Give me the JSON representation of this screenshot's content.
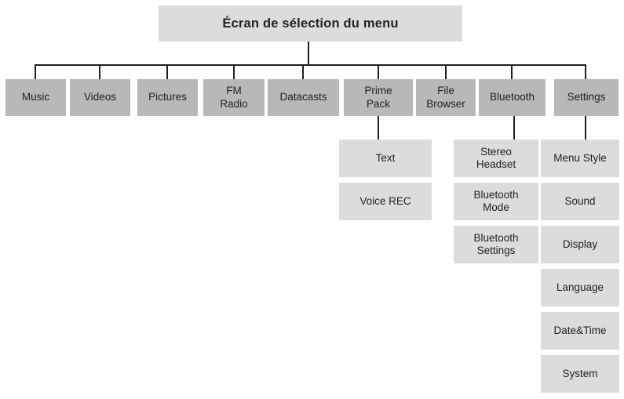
{
  "diagram": {
    "title": "Écran de sélection du menu",
    "main_menu": [
      "Music",
      "Videos",
      "Pictures",
      "FM\nRadio",
      "Datacasts",
      "Prime\nPack",
      "File\nBrowser",
      "Bluetooth",
      "Settings"
    ],
    "prime_pack_submenu": [
      "Text",
      "Voice REC"
    ],
    "bluetooth_submenu": [
      "Stereo\nHeadset",
      "Bluetooth\nMode",
      "Bluetooth\nSettings"
    ],
    "settings_submenu": [
      "Menu Style",
      "Sound",
      "Display",
      "Language",
      "Date&Time",
      "System"
    ],
    "colors": {
      "title_box_bg": "#dcdcdc",
      "main_box_bg": "#b8b8b8",
      "sub_box_bg": "#dcdcdc",
      "connector": "#1f1f1f",
      "text": "#222222",
      "background": "#ffffff"
    }
  }
}
